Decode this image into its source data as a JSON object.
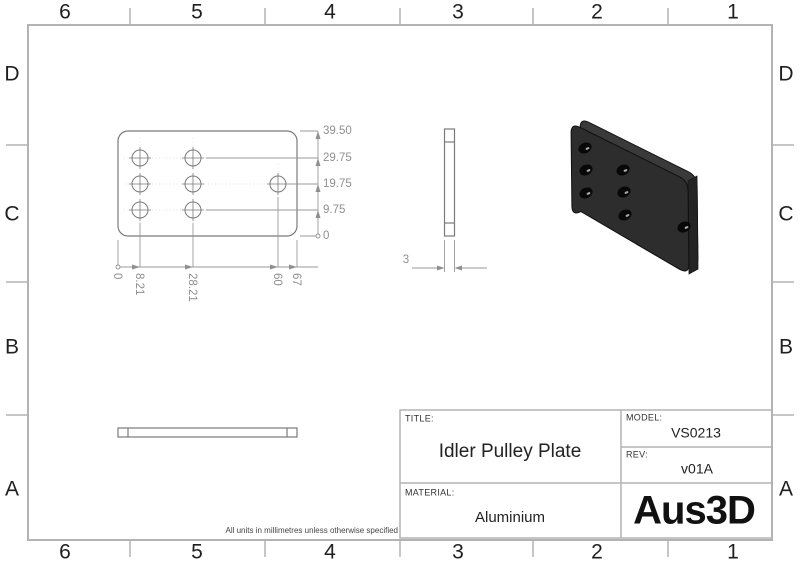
{
  "grid": {
    "cols": [
      "6",
      "5",
      "4",
      "3",
      "2",
      "1"
    ],
    "rows": [
      "D",
      "C",
      "B",
      "A"
    ]
  },
  "dims": {
    "y": [
      "39.50",
      "29.75",
      "19.75",
      "9.75",
      "0"
    ],
    "x": [
      "0",
      "8.21",
      "28.21",
      "60",
      "67"
    ],
    "thickness": "3"
  },
  "notes": {
    "units": "All units in millimetres unless otherwise specified"
  },
  "title_block": {
    "title_label": "TITLE:",
    "title": "Idler Pulley Plate",
    "model_label": "MODEL:",
    "model": "VS0213",
    "rev_label": "REV:",
    "rev": "v01A",
    "material_label": "MATERIAL:",
    "material": "Aluminium",
    "brand": "Aus3D"
  },
  "colors": {
    "frame_line": "#b3b3b3",
    "drawing_line": "#7a7a7a",
    "dimension": "#8f8f8f",
    "text": "#1f1f1f",
    "iso_face": "#2d2d2d",
    "iso_top_edge": "#3f3f3f",
    "iso_right_edge": "#222222"
  }
}
